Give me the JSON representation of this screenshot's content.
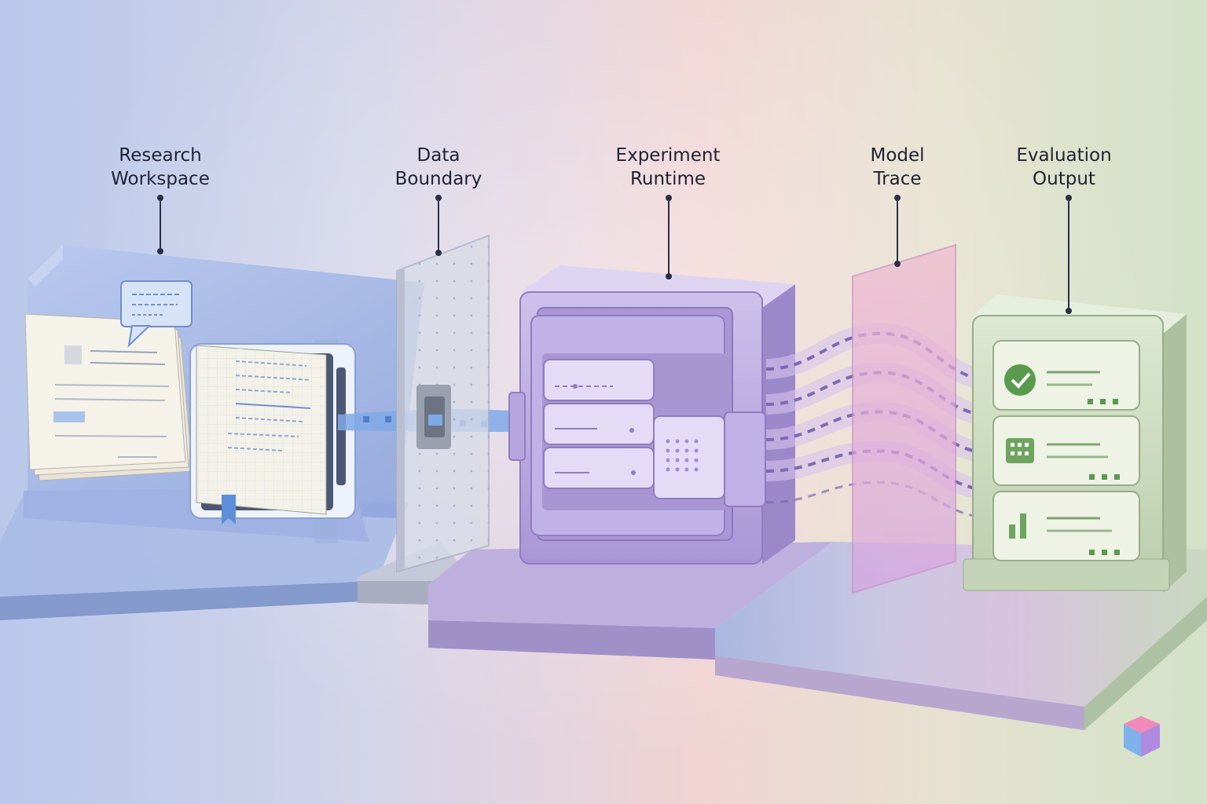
{
  "stages": [
    {
      "id": "research-workspace",
      "line1": "Research",
      "line2": "Workspace"
    },
    {
      "id": "data-boundary",
      "line1": "Data",
      "line2": "Boundary"
    },
    {
      "id": "experiment-runtime",
      "line1": "Experiment",
      "line2": "Runtime"
    },
    {
      "id": "model-trace",
      "line1": "Model",
      "line2": "Trace"
    },
    {
      "id": "evaluation-output",
      "line1": "Evaluation",
      "line2": "Output"
    }
  ],
  "icons": {
    "evaluation_cards": [
      "check-icon",
      "grid-icon",
      "bar-chart-icon"
    ],
    "corner_logo": "cube-logo-icon"
  },
  "colors": {
    "workspace": "#8fa6dc",
    "boundary": "#c7cfe0",
    "runtime": "#b9a8dc",
    "trace": "#e0a8d4",
    "evaluation": "#c9d8bf",
    "accent_blue": "#5c8fd8",
    "check_green": "#5a9a4e"
  }
}
